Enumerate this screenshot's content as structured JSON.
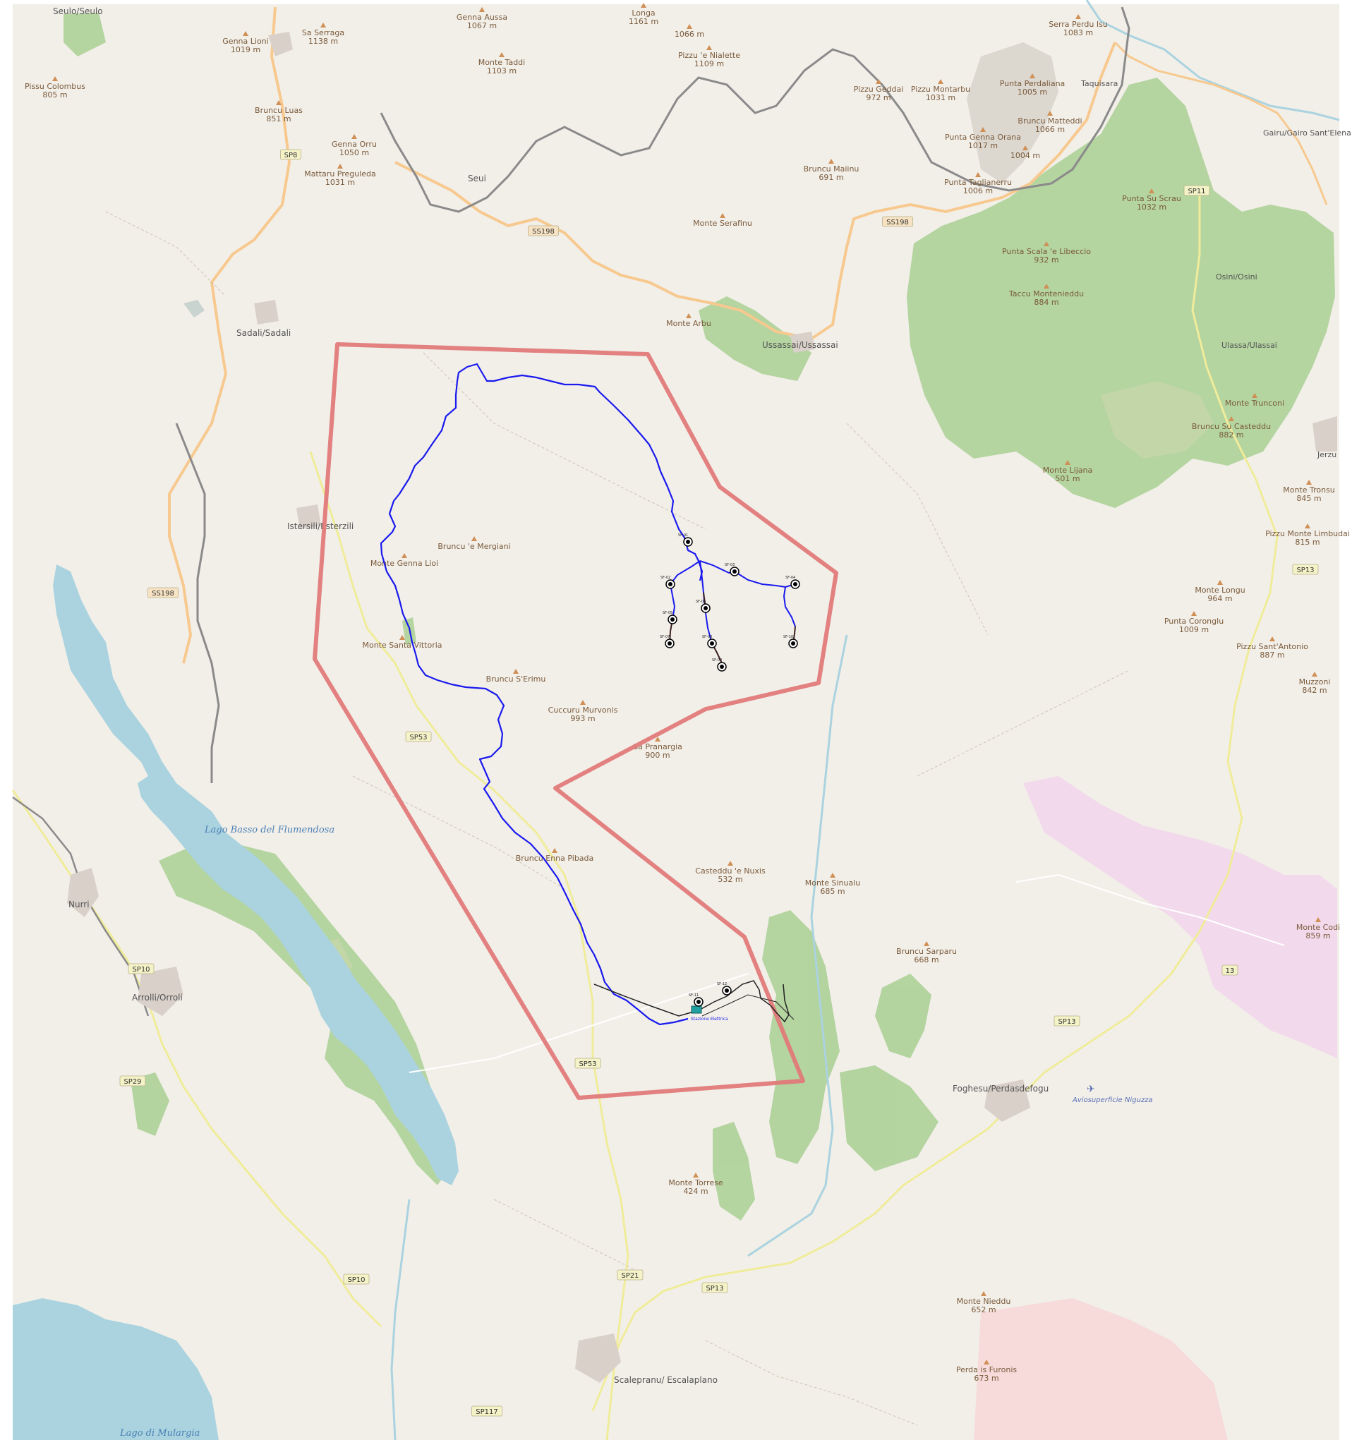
{
  "map": {
    "colors": {
      "land": "#f2efe9",
      "forest": "#a9cf93",
      "water": "#aad3df",
      "military": "#f1d3dc",
      "boundary": "#e07a7a",
      "cable": "#1a1aee",
      "road_orange": "#f7c98f",
      "road_yellow": "#f0ec9a"
    },
    "places": [
      {
        "id": "seulo",
        "name": "Seulo/Seulo"
      },
      {
        "id": "sadali",
        "name": "Sadali/Sadali"
      },
      {
        "id": "seui",
        "name": "Seui"
      },
      {
        "id": "ussassai",
        "name": "Ussassai/Ussassai"
      },
      {
        "id": "esterzili",
        "name": "Istersili/Esterzili"
      },
      {
        "id": "nurri",
        "name": "Nurri"
      },
      {
        "id": "orroli",
        "name": "Arrolli/Orroli"
      },
      {
        "id": "gairo",
        "name": "Gairu/Gairo Sant'Elena"
      },
      {
        "id": "taquisara",
        "name": "Taquisara"
      },
      {
        "id": "osini",
        "name": "Osini/Osini"
      },
      {
        "id": "ulassai",
        "name": "Ulassa/Ulassai"
      },
      {
        "id": "jerzu",
        "name": "Jerzu"
      },
      {
        "id": "perdasdefogu",
        "name": "Foghesu/Perdasdefogu"
      },
      {
        "id": "escalaplano",
        "name": "Scalepranu/ Escalaplano"
      }
    ],
    "peaks": [
      {
        "id": "genna-lioni",
        "name": "Genna Lioni",
        "elev": "1019 m"
      },
      {
        "id": "sa-serraga",
        "name": "Sa Serraga",
        "elev": "1138 m"
      },
      {
        "id": "genna-aussa",
        "name": "Genna Aussa",
        "elev": "1067 m"
      },
      {
        "id": "longa",
        "name": "Longa",
        "elev": "1161 m"
      },
      {
        "id": "p1066",
        "name": "",
        "elev": "1066 m"
      },
      {
        "id": "serra-perdu",
        "name": "Serra Perdu Isu",
        "elev": "1083 m"
      },
      {
        "id": "pissu-colombus",
        "name": "Pissu Colombus",
        "elev": "805 m"
      },
      {
        "id": "monte-taddi",
        "name": "Monte Taddi",
        "elev": "1103 m"
      },
      {
        "id": "pizzu-nialette",
        "name": "Pizzu 'e Nialette",
        "elev": "1109 m"
      },
      {
        "id": "bruncu-luas",
        "name": "Bruncu Luas",
        "elev": "851 m"
      },
      {
        "id": "pizzu-geddai",
        "name": "Pizzu Geddai",
        "elev": "972 m"
      },
      {
        "id": "pizzu-montarbu",
        "name": "Pizzu Montarbu",
        "elev": "1031 m"
      },
      {
        "id": "punta-perda-liana",
        "name": "Punta Perdaliana",
        "elev": "1005 m"
      },
      {
        "id": "genna-orru",
        "name": "Genna Orru",
        "elev": "1050 m"
      },
      {
        "id": "bruncu-matteddi",
        "name": "Bruncu Matteddi",
        "elev": "1066 m"
      },
      {
        "id": "mattaru",
        "name": "Mattaru Preguleda",
        "elev": "1031 m"
      },
      {
        "id": "punta-genna-orana",
        "name": "Punta Genna Orana",
        "elev": "1017 m"
      },
      {
        "id": "p1004",
        "name": "",
        "elev": "1004 m"
      },
      {
        "id": "bruncu-maiinu",
        "name": "Bruncu Maiinu",
        "elev": "691 m"
      },
      {
        "id": "punta-taglianerru",
        "name": "Punta Taglianerru",
        "elev": "1006 m"
      },
      {
        "id": "punta-su-scrau",
        "name": "Punta Su Scrau",
        "elev": "1032 m"
      },
      {
        "id": "monte-serafinu",
        "name": "Monte Serafinu",
        "elev": ""
      },
      {
        "id": "punta-scala",
        "name": "Punta Scala 'e Libeccio",
        "elev": "932 m"
      },
      {
        "id": "taccu-montenieddu",
        "name": "Taccu Montenieddu",
        "elev": "884 m"
      },
      {
        "id": "monte-arbu",
        "name": "Monte Arbu",
        "elev": ""
      },
      {
        "id": "monte-trunconi",
        "name": "Monte Trunconi",
        "elev": ""
      },
      {
        "id": "bruncu-su-casteddu",
        "name": "Bruncu Su Casteddu",
        "elev": "882 m"
      },
      {
        "id": "monte-lijana",
        "name": "Monte Lijana",
        "elev": "501 m"
      },
      {
        "id": "monte-tronsu",
        "name": "Monte Tronsu",
        "elev": "845 m"
      },
      {
        "id": "bruncu-mergiani",
        "name": "Bruncu 'e Mergiani",
        "elev": ""
      },
      {
        "id": "monte-genna-lioi",
        "name": "Monte Genna Lioi",
        "elev": ""
      },
      {
        "id": "pizzu-monte-limbudai",
        "name": "Pizzu Monte Limbudai",
        "elev": "815 m"
      },
      {
        "id": "monte-santa-vittoria",
        "name": "Monte Santa Vittoria",
        "elev": ""
      },
      {
        "id": "monte-longu",
        "name": "Monte Longu",
        "elev": "964 m"
      },
      {
        "id": "punta-coronglu",
        "name": "Punta Coronglu",
        "elev": "1009 m"
      },
      {
        "id": "pizzu-santantonio",
        "name": "Pizzu Sant'Antonio",
        "elev": "887 m"
      },
      {
        "id": "bruncu-serimu",
        "name": "Bruncu S'Erimu",
        "elev": ""
      },
      {
        "id": "cuccuru-murvonis",
        "name": "Cuccuru Murvonis",
        "elev": "993 m"
      },
      {
        "id": "muzzoni",
        "name": "Muzzoni",
        "elev": "842 m"
      },
      {
        "id": "sa-pranargia",
        "name": "Sa Pranargia",
        "elev": "900 m"
      },
      {
        "id": "bruncu-enna-pibada",
        "name": "Bruncu Enna Pibada",
        "elev": ""
      },
      {
        "id": "casteddu-nuxis",
        "name": "Casteddu 'e Nuxis",
        "elev": "532 m"
      },
      {
        "id": "monte-sinualu",
        "name": "Monte Sinualu",
        "elev": "685 m"
      },
      {
        "id": "monte-codi",
        "name": "Monte Codi",
        "elev": "859 m"
      },
      {
        "id": "bruncu-sarparu",
        "name": "Bruncu Sarparu",
        "elev": "668 m"
      },
      {
        "id": "monte-torrese",
        "name": "Monte Torrese",
        "elev": "424 m"
      },
      {
        "id": "monte-nieddu",
        "name": "Monte Nieddu",
        "elev": "652 m"
      },
      {
        "id": "perda-is-furonis",
        "name": "Perda is Furonis",
        "elev": "673 m"
      }
    ],
    "roads": [
      {
        "id": "sp8",
        "ref": "SP8"
      },
      {
        "id": "ss198a",
        "ref": "SS198"
      },
      {
        "id": "ss198b",
        "ref": "SS198"
      },
      {
        "id": "ss198c",
        "ref": "SS198"
      },
      {
        "id": "sp11",
        "ref": "SP11"
      },
      {
        "id": "sp13a",
        "ref": "SP13"
      },
      {
        "id": "sp13b",
        "ref": "SP13"
      },
      {
        "id": "sp13c",
        "ref": "SP13"
      },
      {
        "id": "sp13d",
        "ref": "13"
      },
      {
        "id": "sp53a",
        "ref": "SP53"
      },
      {
        "id": "sp53b",
        "ref": "SP53"
      },
      {
        "id": "sp10a",
        "ref": "SP10"
      },
      {
        "id": "sp10b",
        "ref": "SP10"
      },
      {
        "id": "sp29",
        "ref": "SP29"
      },
      {
        "id": "sp21",
        "ref": "SP21"
      },
      {
        "id": "sp117",
        "ref": "SP117"
      }
    ],
    "water_labels": [
      {
        "id": "lago-flumendosa",
        "name": "Lago Basso del Flumendosa"
      },
      {
        "id": "lago-mulargia",
        "name": "Lago di Mulargia"
      }
    ],
    "airfield": {
      "name": "Aviosuperficie Niguzza"
    },
    "project": {
      "substation_label": "Stazione Elettrica",
      "turbines": [
        {
          "id": "t1",
          "label": "SF-01"
        },
        {
          "id": "t2",
          "label": "SF-02"
        },
        {
          "id": "t3",
          "label": "SF-03"
        },
        {
          "id": "t4",
          "label": "SF-04"
        },
        {
          "id": "t5",
          "label": "SF-05"
        },
        {
          "id": "t6",
          "label": "SF-06"
        },
        {
          "id": "t7",
          "label": "SF-07"
        },
        {
          "id": "t8",
          "label": "SF-08"
        },
        {
          "id": "t9",
          "label": "SF-09"
        },
        {
          "id": "t10",
          "label": "SF-10"
        },
        {
          "id": "t11",
          "label": "SF-11"
        },
        {
          "id": "t12",
          "label": "SF-12"
        }
      ]
    }
  }
}
